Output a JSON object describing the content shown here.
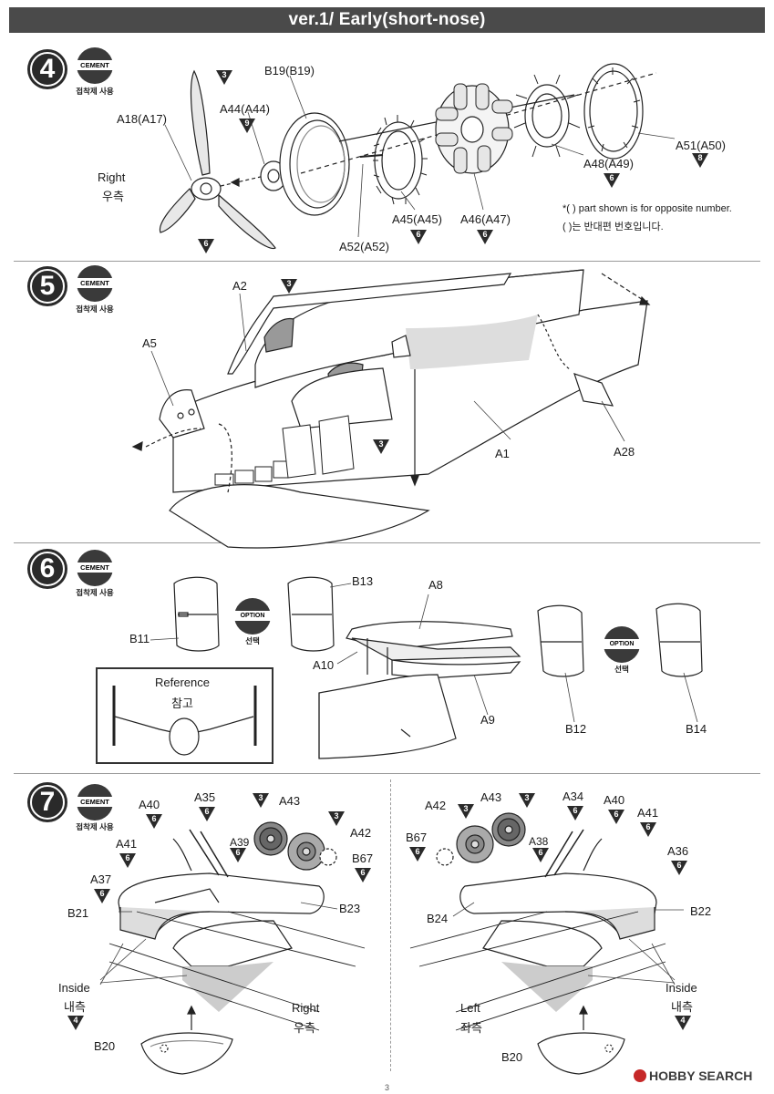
{
  "header": {
    "title": "ver.1/ Early(short-nose)"
  },
  "common": {
    "cement": "CEMENT",
    "cement_ko": "접착제 사용",
    "option": "OPTION",
    "option_ko": "선택"
  },
  "steps": {
    "s4": {
      "number": "4",
      "labels": {
        "a18": "A18(A17)",
        "a44": "A44(A44)",
        "b19": "B19(B19)",
        "right": "Right",
        "right_ko": "우측",
        "a52": "A52(A52)",
        "a45": "A45(A45)",
        "a46": "A46(A47)",
        "a48": "A48(A49)",
        "a51": "A51(A50)"
      },
      "note_en": "*(   ) part shown is for opposite number.",
      "note_ko": "(   )는 반대편 번호입니다.",
      "colors": {
        "t3a": "3",
        "t9": "9",
        "t6a": "6",
        "t6b": "6",
        "t6c": "6",
        "t6d": "6",
        "t8": "8"
      }
    },
    "s5": {
      "number": "5",
      "labels": {
        "a2": "A2",
        "a5": "A5",
        "a1": "A1",
        "a28": "A28"
      },
      "colors": {
        "t3a": "3",
        "t3b": "3"
      }
    },
    "s6": {
      "number": "6",
      "labels": {
        "b11": "B11",
        "b13": "B13",
        "a8": "A8",
        "a10": "A10",
        "a9": "A9",
        "b12": "B12",
        "b14": "B14",
        "reference": "Reference",
        "reference_ko": "참고"
      }
    },
    "s7": {
      "number": "7",
      "left": {
        "a40": "A40",
        "a35": "A35",
        "a43": "A43",
        "a41": "A41",
        "a39": "A39",
        "a42": "A42",
        "b67": "B67",
        "a37": "A37",
        "b21": "B21",
        "b23": "B23",
        "inside": "Inside",
        "inside_ko": "내측",
        "right": "Right",
        "right_ko": "우측",
        "b20": "B20"
      },
      "right": {
        "a42": "A42",
        "a43": "A43",
        "a34": "A34",
        "a40": "A40",
        "a41": "A41",
        "b67": "B67",
        "a38": "A38",
        "a36": "A36",
        "b24": "B24",
        "b22": "B22",
        "inside": "Inside",
        "inside_ko": "내측",
        "left": "Left",
        "left_ko": "좌측",
        "b20": "B20"
      },
      "colors": {
        "l_a35": "6",
        "l_t3a": "3",
        "l_a40": "6",
        "l_a41": "6",
        "l_a39": "6",
        "l_t3b": "3",
        "l_b67": "6",
        "l_a37": "6",
        "l_inside": "4",
        "r_t3a": "3",
        "r_t3b": "3",
        "r_a34": "6",
        "r_a40": "6",
        "r_a41": "6",
        "r_b67": "6",
        "r_a38": "6",
        "r_a36": "6",
        "r_inside": "4"
      }
    }
  },
  "footer": {
    "watermark": "HOBBY SEARCH",
    "page": "3"
  }
}
